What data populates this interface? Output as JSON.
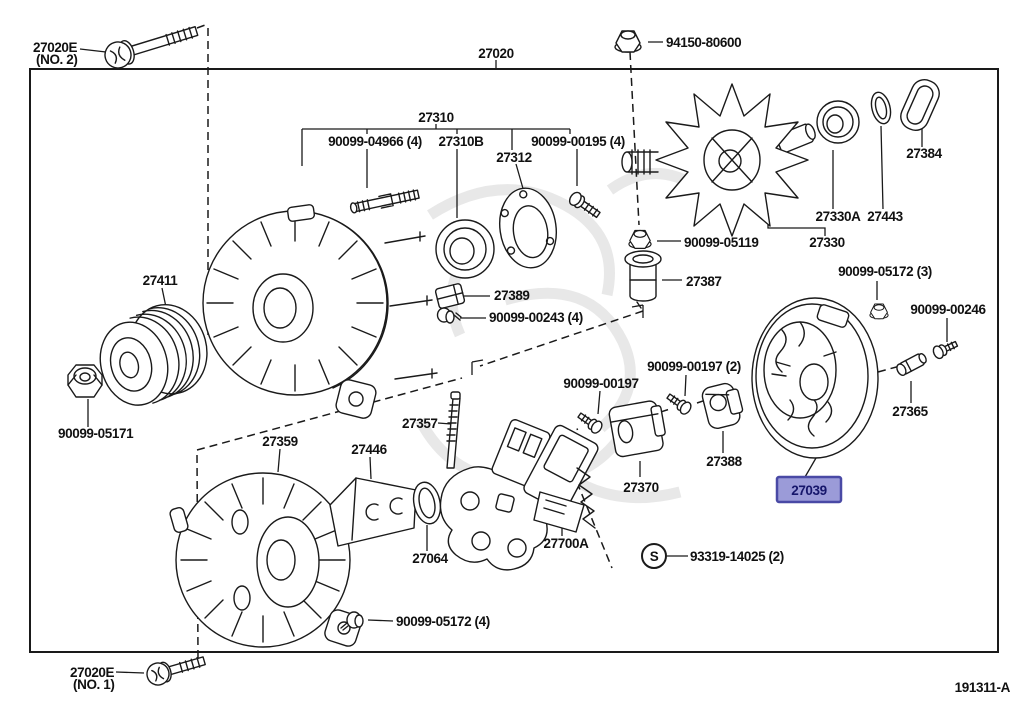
{
  "diagram": {
    "type": "exploded-parts-diagram",
    "subject": "alternator assembly",
    "ref_code": "191311-A",
    "selected_part": "27039",
    "highlight_bg": "#9b9bd8",
    "highlight_border": "#4949a5",
    "highlight_text": "#16166b",
    "line_color": "#1a1a1a"
  },
  "labels": {
    "p27020e_no2": "27020E",
    "p27020e_no2_sub": "(NO. 2)",
    "p94150_80600": "94150-80600",
    "p27020": "27020",
    "p27310": "27310",
    "p90099_04966_4": "90099-04966 (4)",
    "p27310b": "27310B",
    "p27312": "27312",
    "p90099_00195_4": "90099-00195 (4)",
    "p27384": "27384",
    "p27330a": "27330A",
    "p27443": "27443",
    "p27330": "27330",
    "p27411": "27411",
    "p90099_05119": "90099-05119",
    "p27387": "27387",
    "p90099_05172_3": "90099-05172 (3)",
    "p90099_00246": "90099-00246",
    "p27389": "27389",
    "p90099_00243_4": "90099-00243 (4)",
    "p90099_05171": "90099-05171",
    "p27365": "27365",
    "p27359": "27359",
    "p27446": "27446",
    "p27357": "27357",
    "p90099_00197": "90099-00197",
    "p90099_00197_2": "90099-00197 (2)",
    "p27388": "27388",
    "p27370": "27370",
    "p27039": "27039",
    "p27064": "27064",
    "p27700a": "27700A",
    "p93319_14025_2": "93319-14025 (2)",
    "s_symbol": "S",
    "p90099_05172_4": "90099-05172 (4)",
    "p27020e_no1": "27020E",
    "p27020e_no1_sub": "(NO. 1)",
    "ref_code": "191311-A"
  }
}
